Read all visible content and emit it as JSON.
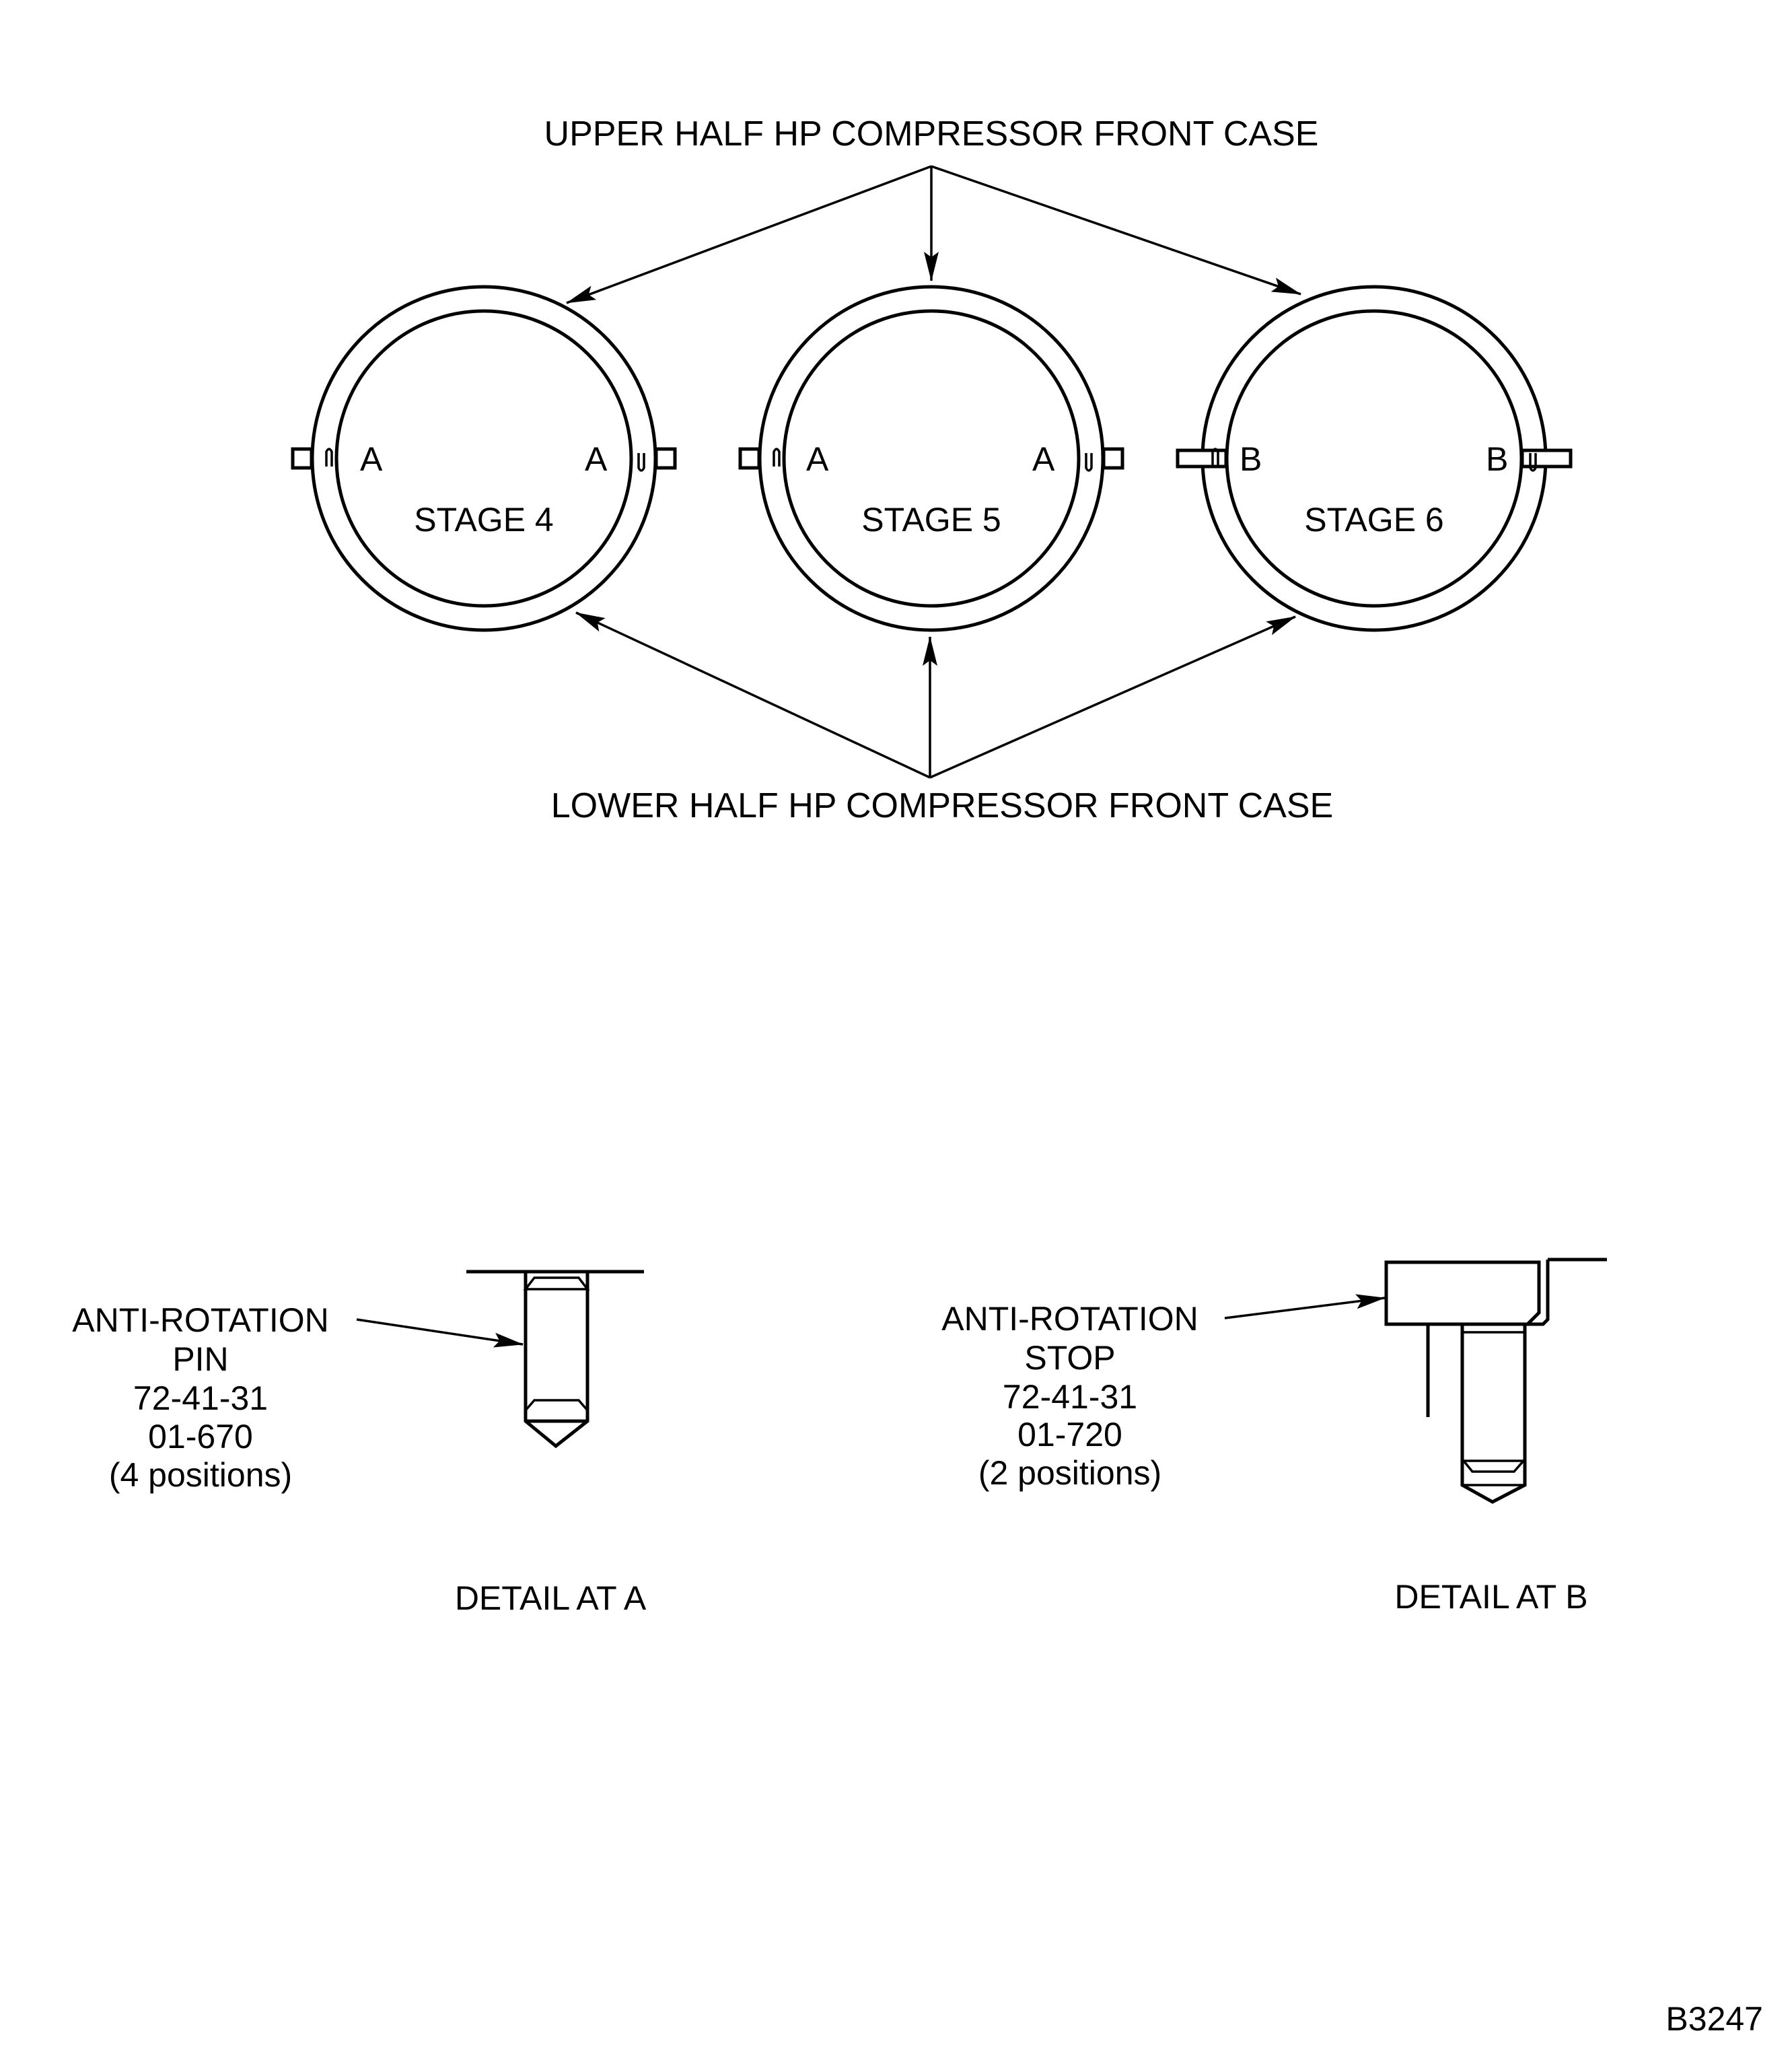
{
  "colors": {
    "ink": "#000000",
    "paper": "#ffffff"
  },
  "upper_label": "UPPER HALF HP COMPRESSOR FRONT CASE",
  "lower_label": "LOWER HALF HP COMPRESSOR FRONT CASE",
  "stages": [
    {
      "name": "STAGE 4",
      "left_mark": "A",
      "right_mark": "A"
    },
    {
      "name": "STAGE 5",
      "left_mark": "A",
      "right_mark": "A"
    },
    {
      "name": "STAGE 6",
      "left_mark": "B",
      "right_mark": "B"
    }
  ],
  "detail_a": {
    "title": "DETAIL AT A",
    "callout": [
      "ANTI-ROTATION",
      "PIN",
      "72-41-31",
      "01-670",
      "(4 positions)"
    ]
  },
  "detail_b": {
    "title": "DETAIL AT B",
    "callout": [
      "ANTI-ROTATION",
      "STOP",
      "72-41-31",
      "01-720",
      "(2 positions)"
    ]
  },
  "figure_id": "B3247"
}
